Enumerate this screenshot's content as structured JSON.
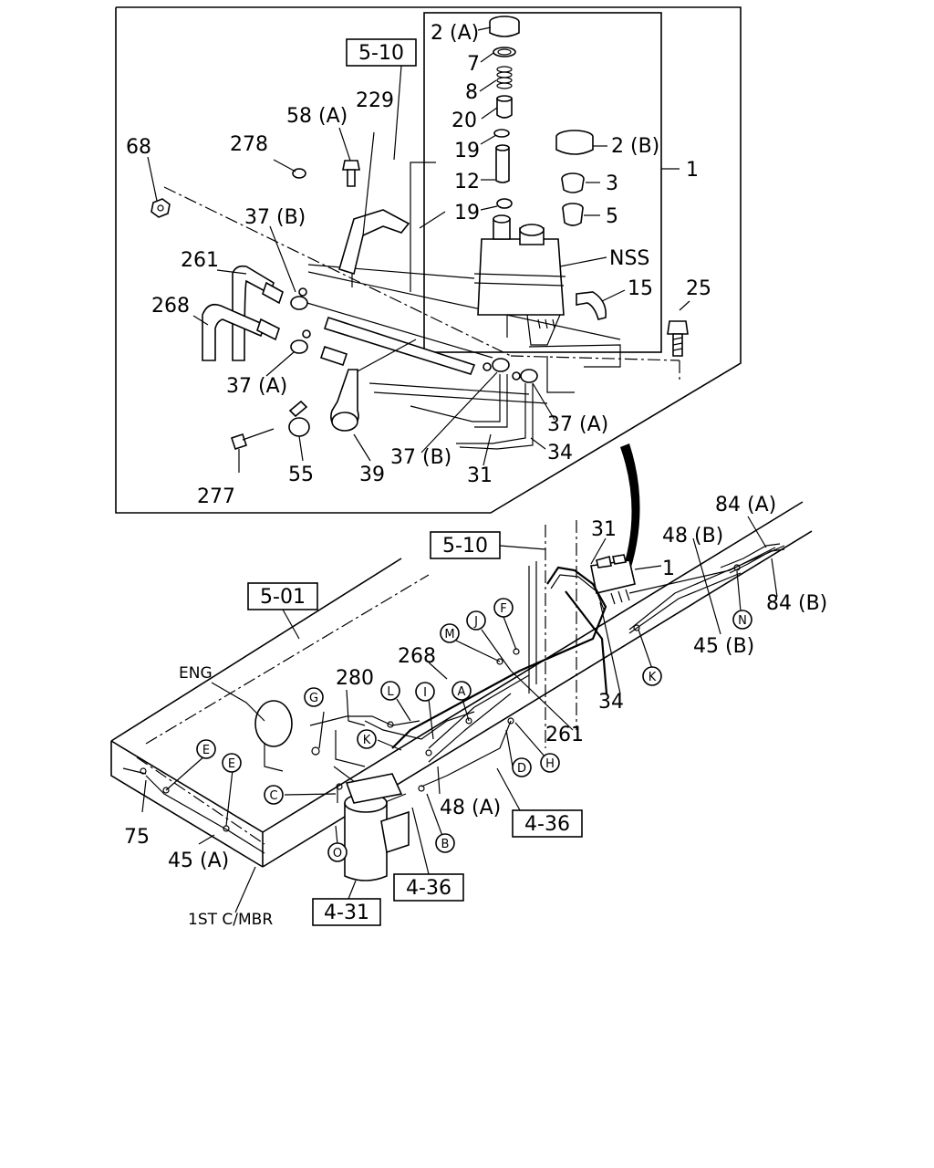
{
  "inset": {
    "labels": {
      "p2a": "2 (A)",
      "p7": "7",
      "p8": "8",
      "p20": "20",
      "p19a": "19",
      "p12": "12",
      "p19b": "19",
      "p2b": "2 (B)",
      "p3": "3",
      "p5": "5",
      "p1": "1",
      "nss": "NSS",
      "p15": "15",
      "p25": "25",
      "p58a": "58 (A)",
      "p229": "229",
      "p278": "278",
      "p68": "68",
      "p37b_top": "37 (B)",
      "p261": "261",
      "p268": "268",
      "p37a_left": "37 (A)",
      "p37a_right": "37 (A)",
      "p277": "277",
      "p55": "55",
      "p39": "39",
      "p37b_bottom": "37 (B)",
      "p31": "31",
      "p34": "34"
    },
    "ref_box": "5-10"
  },
  "main": {
    "labels": {
      "p31": "31",
      "p48b": "48 (B)",
      "p84a": "84 (A)",
      "p1": "1",
      "p84b": "84 (B)",
      "p45b": "45 (B)",
      "p34": "34",
      "p261": "261",
      "p268": "268",
      "p280": "280",
      "eng": "ENG",
      "p48a": "48 (A)",
      "p75": "75",
      "p45a": "45 (A)",
      "cmbr": "1ST C/MBR"
    },
    "ref_boxes": {
      "r510": "5-10",
      "r501": "5-01",
      "r436a": "4-36",
      "r436b": "4-36",
      "r431": "4-31"
    },
    "circles": {
      "F": "F",
      "J": "J",
      "M": "M",
      "A": "A",
      "L": "L",
      "I": "I",
      "G": "G",
      "K1": "K",
      "K2": "K",
      "H": "H",
      "D": "D",
      "C": "C",
      "E1": "E",
      "E2": "E",
      "B": "B",
      "O": "O",
      "N": "N"
    }
  }
}
